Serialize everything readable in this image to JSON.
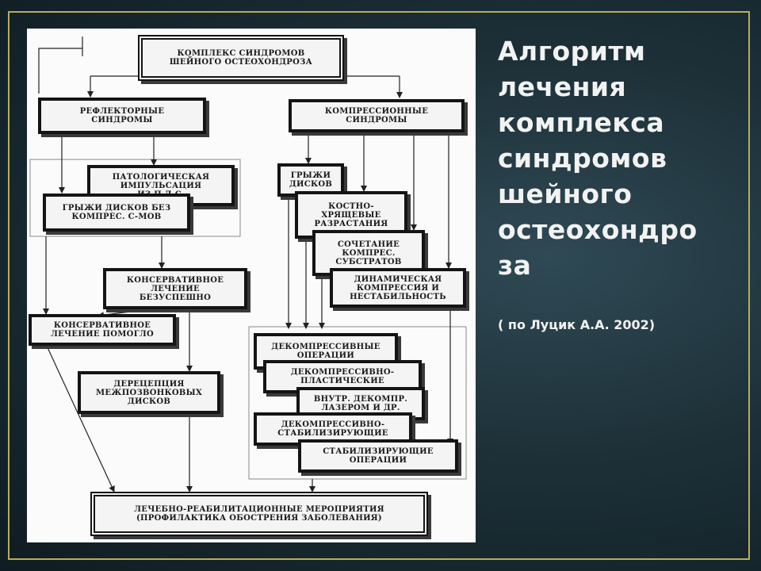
{
  "slide": {
    "title": "Алгоритм\nлечения\nкомплекса\nсиндромов\nшейного\nостеохондро\nза",
    "source": "( по Луцик А.А. 2002)"
  },
  "diagram": {
    "root": "КОМПЛЕКС СИНДРОМОВ\nШЕЙНОГО ОСТЕОХОНДРОЗА",
    "reflex": "РЕФЛЕКТОРНЫЕ\nСИНДРОМЫ",
    "compression": "КОМПРЕССИОННЫЕ\nСИНДРОМЫ",
    "pathologic": "ПАТОЛОГИЧЕСКАЯ\nИМПУЛЬСАЦИЯ\nИЗ П.Д.С.",
    "hernia_no_compr": "ГРЫЖИ ДИСКОВ БЕЗ\nКОМПРЕС. С-МОВ",
    "hernia": "ГРЫЖИ\nДИСКОВ",
    "bone": "КОСТНО-\nХРЯЩЕВЫЕ\nРАЗРАСТАНИЯ",
    "combination": "СОЧЕТАНИЕ\nКОМПРЕС.\nСУБСТРАТОВ",
    "dynamic": "ДИНАМИЧЕСКАЯ\nКОМПРЕССИЯ И\nНЕСТАБИЛЬНОСТЬ",
    "conservative_fail": "КОНСЕРВАТИВНОЕ\nЛЕЧЕНИЕ\nБЕЗУСПЕШНО",
    "conservative_ok": "КОНСЕРВАТИВНОЕ\nЛЕЧЕНИЕ ПОМОГЛО",
    "decompressive": "ДЕКОМПРЕССИВНЫЕ\nОПЕРАЦИИ",
    "decomp_plastic": "ДЕКОМПРЕССИВНО-\nПЛАСТИЧЕСКИЕ",
    "laser": "ВНУТР. ДЕКОМПР.\nЛАЗЕРОМ И ДР.",
    "decomp_stab": "ДЕКОМПРЕССИВНО-\nСТАБИЛИЗИРУЮЩИЕ",
    "stabilizing": "СТАБИЛИЗИРУЮЩИЕ\nОПЕРАЦИИ",
    "denervation": "ДЕРЕЦЕПЦИЯ\nМЕЖПОЗВОНКОВЫХ\nДИСКОВ",
    "rehab": "ЛЕЧЕБНО-РЕАБИЛИТАЦИОННЫЕ МЕРОПРИЯТИЯ\n(ПРОФИЛАКТИКА ОБОСТРЕНИЯ ЗАБОЛЕВАНИЯ)"
  }
}
